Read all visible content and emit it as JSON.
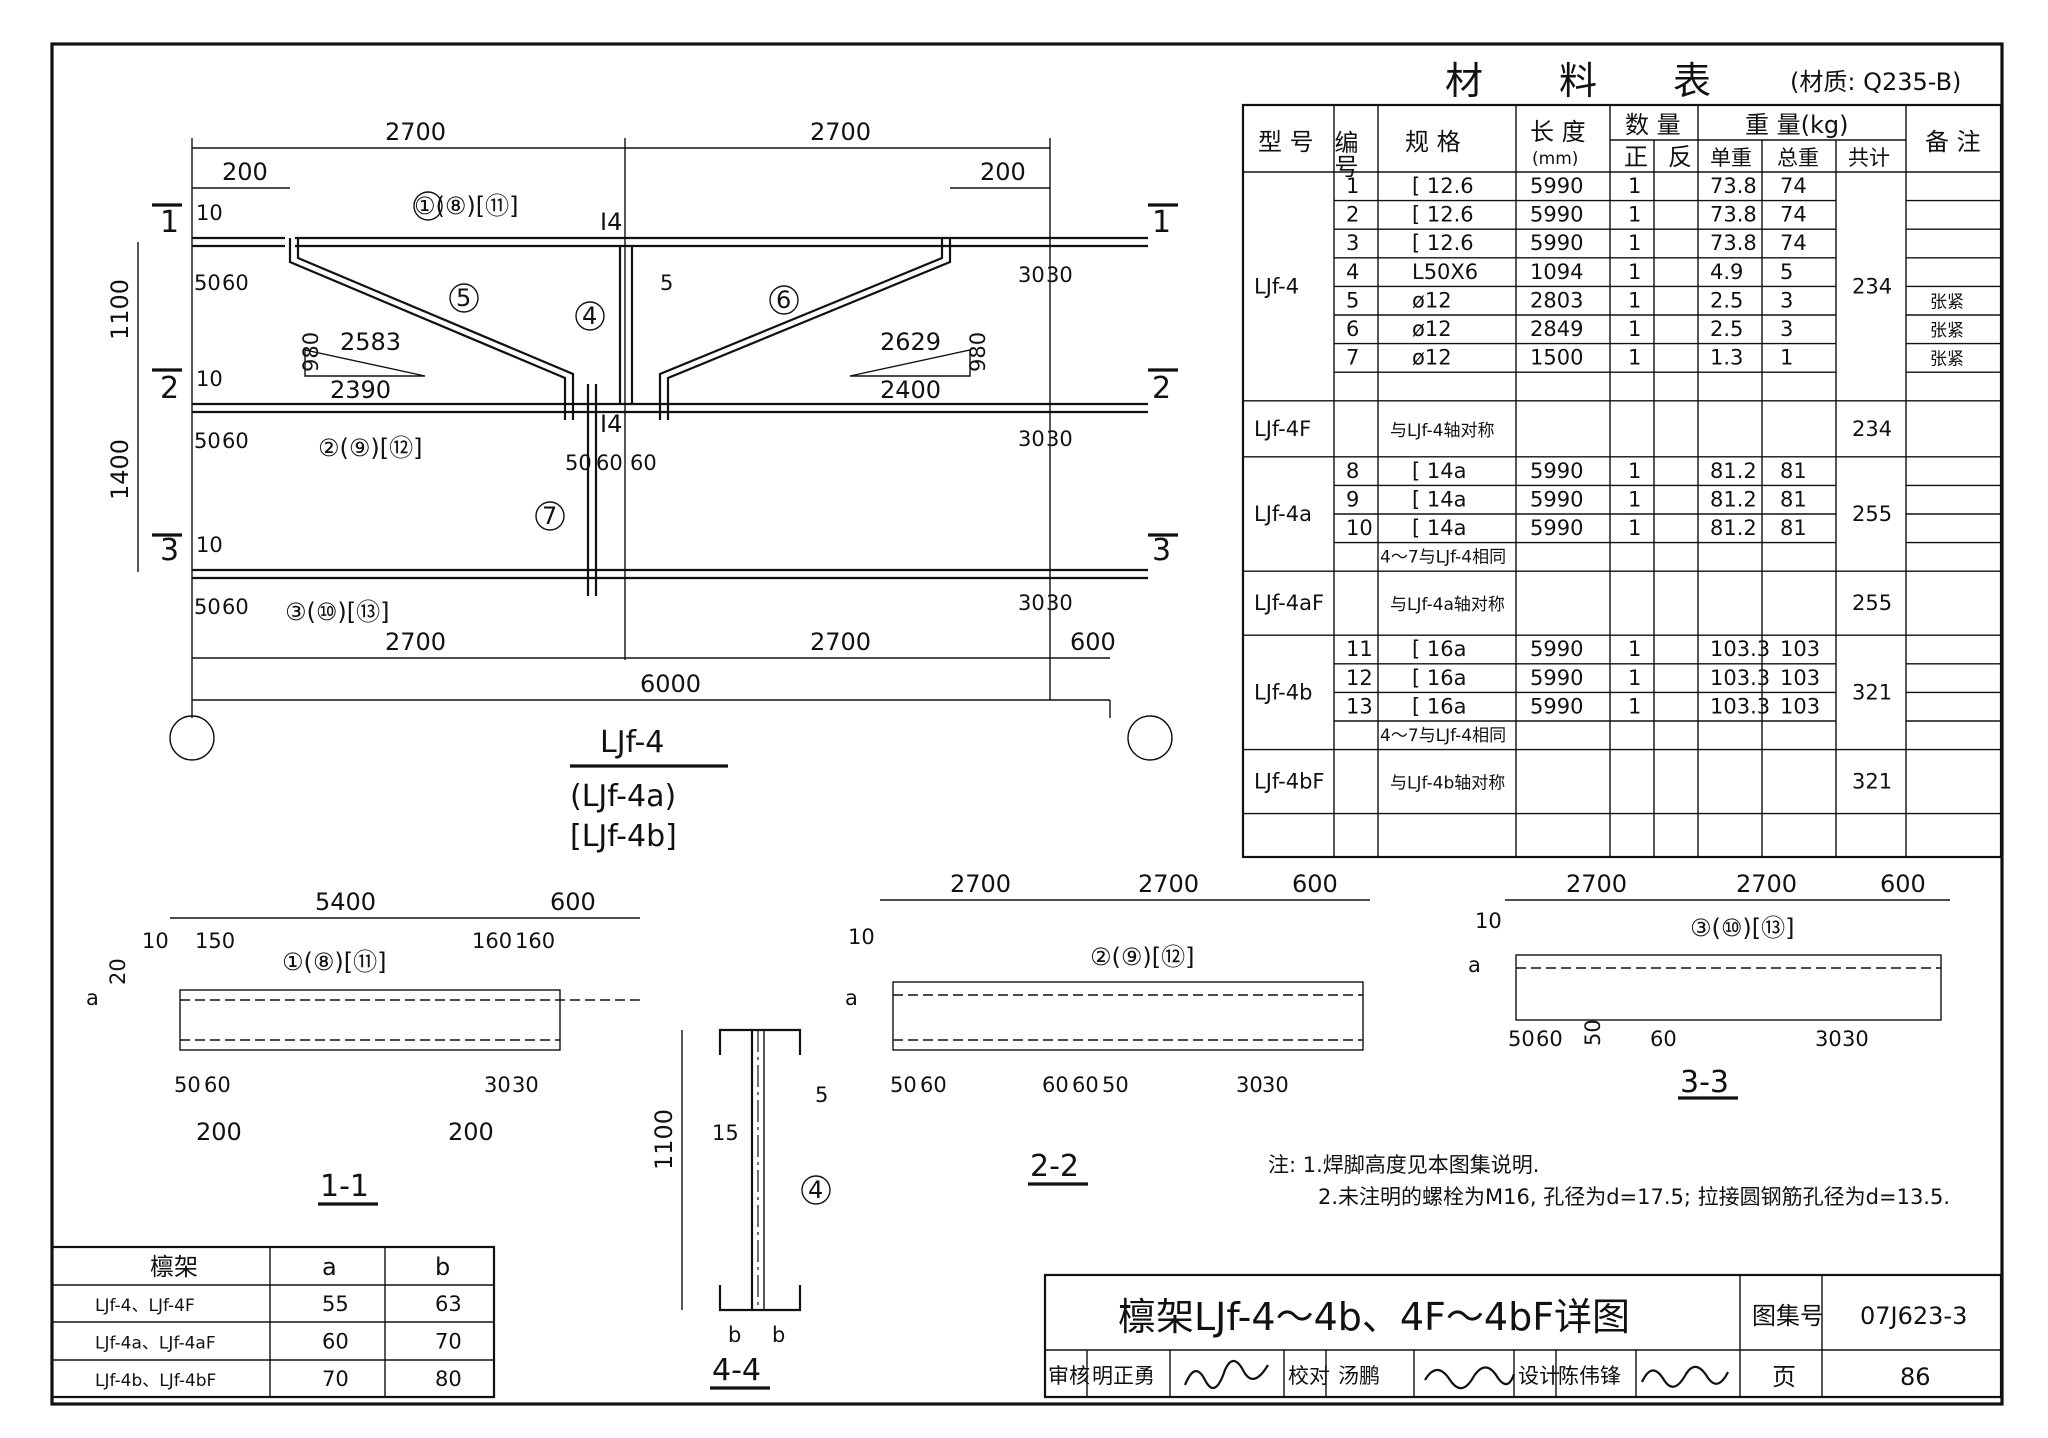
{
  "drawing_title": "檩架LJf-4～4b、4F～4bF详图",
  "atlas_label": "图集号",
  "atlas_no": "07J623-3",
  "page_label": "页",
  "page_no": "86",
  "signatures": {
    "review_label": "审核",
    "reviewer": "明正勇",
    "check_label": "校对",
    "checker": "汤鹏",
    "design_label": "设计",
    "designer": "陈伟锋"
  },
  "material_table": {
    "title": "材　　料　　表",
    "material_note": "(材质: Q235-B)",
    "headers": {
      "type": "型 号",
      "no": "编号",
      "spec": "规 格",
      "length": "长 度",
      "length_unit": "(mm)",
      "qty": "数 量",
      "qty_front": "正",
      "qty_back": "反",
      "weight": "重 量(kg)",
      "w_unit": "单重",
      "w_total": "总重",
      "w_sum": "共计",
      "remark": "备 注"
    },
    "groups": [
      {
        "type": "LJf-4",
        "sum": "234",
        "rows": [
          {
            "no": "1",
            "spec": "[ 12.6",
            "length": "5990",
            "front": "1",
            "back": "",
            "unit": "73.8",
            "total": "74",
            "remark": ""
          },
          {
            "no": "2",
            "spec": "[ 12.6",
            "length": "5990",
            "front": "1",
            "back": "",
            "unit": "73.8",
            "total": "74",
            "remark": ""
          },
          {
            "no": "3",
            "spec": "[ 12.6",
            "length": "5990",
            "front": "1",
            "back": "",
            "unit": "73.8",
            "total": "74",
            "remark": ""
          },
          {
            "no": "4",
            "spec": "L50X6",
            "length": "1094",
            "front": "1",
            "back": "",
            "unit": "4.9",
            "total": "5",
            "remark": ""
          },
          {
            "no": "5",
            "spec": "ø12",
            "length": "2803",
            "front": "1",
            "back": "",
            "unit": "2.5",
            "total": "3",
            "remark": "张紧"
          },
          {
            "no": "6",
            "spec": "ø12",
            "length": "2849",
            "front": "1",
            "back": "",
            "unit": "2.5",
            "total": "3",
            "remark": "张紧"
          },
          {
            "no": "7",
            "spec": "ø12",
            "length": "1500",
            "front": "1",
            "back": "",
            "unit": "1.3",
            "total": "1",
            "remark": "张紧"
          }
        ]
      },
      {
        "type": "LJf-4F",
        "sum": "234",
        "note": "与LJf-4轴对称"
      },
      {
        "type": "LJf-4a",
        "sum": "255",
        "extra": "4～7与LJf-4相同",
        "rows": [
          {
            "no": "8",
            "spec": "[ 14a",
            "length": "5990",
            "front": "1",
            "back": "",
            "unit": "81.2",
            "total": "81",
            "remark": ""
          },
          {
            "no": "9",
            "spec": "[ 14a",
            "length": "5990",
            "front": "1",
            "back": "",
            "unit": "81.2",
            "total": "81",
            "remark": ""
          },
          {
            "no": "10",
            "spec": "[ 14a",
            "length": "5990",
            "front": "1",
            "back": "",
            "unit": "81.2",
            "total": "81",
            "remark": ""
          }
        ]
      },
      {
        "type": "LJf-4aF",
        "sum": "255",
        "note": "与LJf-4a轴对称"
      },
      {
        "type": "LJf-4b",
        "sum": "321",
        "extra": "4～7与LJf-4相同",
        "rows": [
          {
            "no": "11",
            "spec": "[ 16a",
            "length": "5990",
            "front": "1",
            "back": "",
            "unit": "103.3",
            "total": "103",
            "remark": ""
          },
          {
            "no": "12",
            "spec": "[ 16a",
            "length": "5990",
            "front": "1",
            "back": "",
            "unit": "103.3",
            "total": "103",
            "remark": ""
          },
          {
            "no": "13",
            "spec": "[ 16a",
            "length": "5990",
            "front": "1",
            "back": "",
            "unit": "103.3",
            "total": "103",
            "remark": ""
          }
        ]
      },
      {
        "type": "LJf-4bF",
        "sum": "321",
        "note": "与LJf-4b轴对称"
      }
    ]
  },
  "ab_table": {
    "headers": [
      "檩架",
      "a",
      "b"
    ],
    "rows": [
      [
        "LJf-4、LJf-4F",
        "55",
        "63"
      ],
      [
        "LJf-4a、LJf-4aF",
        "60",
        "70"
      ],
      [
        "LJf-4b、LJf-4bF",
        "70",
        "80"
      ]
    ]
  },
  "notes": [
    "注: 1.焊脚高度见本图集说明.",
    "2.未注明的螺栓为M16, 孔径为d=17.5; 拉接圆钢筋孔径为d=13.5."
  ],
  "plan": {
    "label_main": "LJf-4",
    "label_a": "(LJf-4a)",
    "label_b": "[LJf-4b]",
    "dims": {
      "d2700": "2700",
      "d200": "200",
      "d1100": "1100",
      "d1400": "1400",
      "d10": "10",
      "d50": "50",
      "d60": "60",
      "d30": "30",
      "d600": "600",
      "d6000": "6000",
      "d980": "980",
      "d2583": "2583",
      "d2390": "2390",
      "d2629": "2629",
      "d2400": "2400",
      "d5": "5"
    },
    "members": {
      "m1": "①(⑧)[⑪]",
      "m2": "②(⑨)[⑫]",
      "m3": "③(⑩)[⑬]",
      "c4": "4",
      "c5": "5",
      "c6": "6",
      "c7": "7",
      "i4": "I4",
      "s1": "1",
      "s2": "2",
      "s3": "3"
    }
  },
  "sections": {
    "s11": {
      "label": "1-1",
      "d5400": "5400",
      "d600": "600",
      "d10": "10",
      "d150": "150",
      "d160": "160",
      "d20": "20",
      "da": "a",
      "d50": "50",
      "d60": "60",
      "d30": "30",
      "d200": "200",
      "member": "①(⑧)[⑪]"
    },
    "s22": {
      "label": "2-2",
      "d2700": "2700",
      "d600": "600",
      "d10": "10",
      "da": "a",
      "d50": "50",
      "d60": "60",
      "d30": "30",
      "member": "②(⑨)[⑫]"
    },
    "s33": {
      "label": "3-3",
      "d2700": "2700",
      "d600": "600",
      "d10": "10",
      "da": "a",
      "d50": "50",
      "d60": "60",
      "d30": "30",
      "member": "③(⑩)[⑬]"
    },
    "s44": {
      "label": "4-4",
      "d1100": "1100",
      "d15": "15",
      "d5": "5",
      "db": "b",
      "member": "4"
    }
  }
}
